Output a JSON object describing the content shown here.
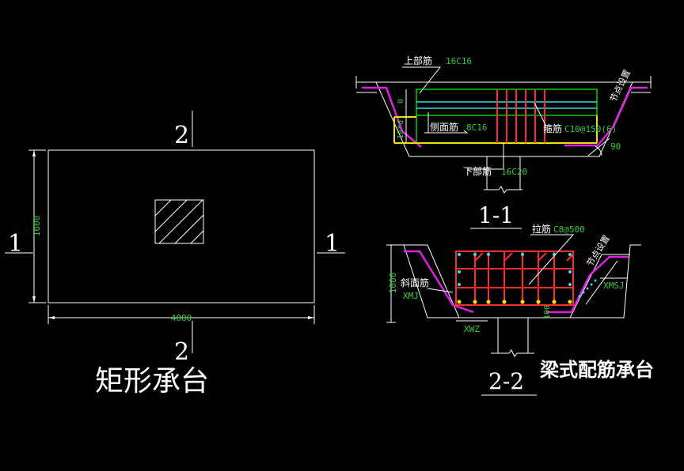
{
  "colors": {
    "background": "#000000",
    "line": "#ffffff",
    "dim_text": "#33cc33",
    "magenta": "#e020e0",
    "green": "#00d000",
    "cyan": "#33ddee",
    "yellow": "#f0e000",
    "red": "#ff2a2a",
    "node_dot": "#33ddff",
    "corner_dot": "#ffe000"
  },
  "plan": {
    "title": "矩形承台",
    "section_mark_left": "1",
    "section_mark_right": "1",
    "section_mark_top": "2",
    "section_mark_bottom": "2",
    "dim_width": "4000",
    "dim_height": "1600"
  },
  "section_1": {
    "title": "1-1",
    "top_bar_label": "上部筋",
    "top_bar_value": "16C16",
    "side_bar_label": "侧面筋",
    "side_bar_value": "8C16",
    "stirrup_label": "箍筋",
    "stirrup_value": "C10@150(6)",
    "bottom_bar_label": "下部筋",
    "bottom_bar_value": "16C20",
    "node_note": "节点设置",
    "dim_zero": "0",
    "dim_side": "10*d",
    "dim_angle": "90"
  },
  "section_2": {
    "title": "2-2",
    "tie_bar_label": "拉筋",
    "tie_bar_value": "C8@500",
    "slant_bar_label": "斜面筋",
    "slant_bar_value": "XMJ",
    "node_note": "节点设置",
    "dim_height": "1000",
    "dim_xwz": "XWZ",
    "dim_xmsj": "XMSJ",
    "dim_hundred": "100"
  },
  "caption": "梁式配筋承台"
}
